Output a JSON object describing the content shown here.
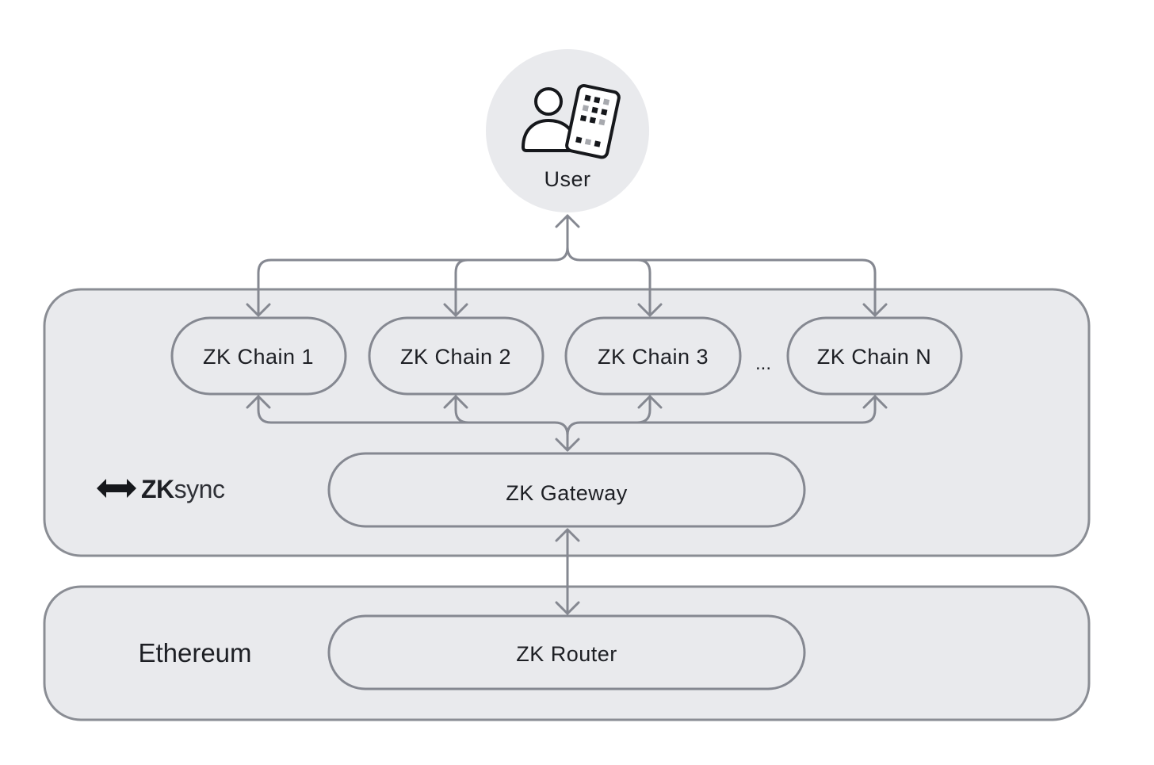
{
  "user": {
    "label": "User",
    "icon": "user-wallet-icon"
  },
  "zksync_layer": {
    "brand_prefix": "ZK",
    "brand_suffix": "sync",
    "brand_icon": "zksync-arrows-logo",
    "chains": [
      {
        "label": "ZK Chain 1"
      },
      {
        "label": "ZK Chain 2"
      },
      {
        "label": "ZK Chain 3"
      },
      {
        "label": "ZK Chain N"
      }
    ],
    "ellipsis": "...",
    "gateway": {
      "label": "ZK Gateway"
    }
  },
  "ethereum_layer": {
    "label": "Ethereum",
    "router": {
      "label": "ZK Router"
    }
  },
  "colors": {
    "panel_fill": "#e9eaed",
    "stroke": "#858891",
    "text": "#1d1f24"
  }
}
